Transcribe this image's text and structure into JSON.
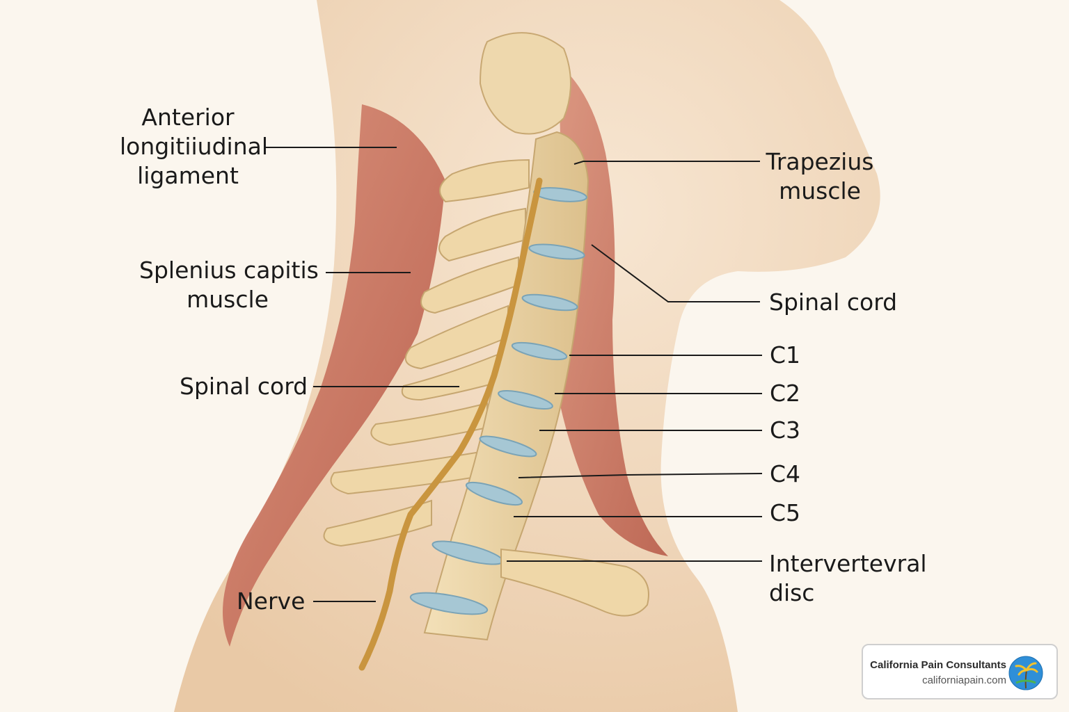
{
  "labels": {
    "anterior_longitudinal_ligament": [
      "Anterior",
      "longitiiudinal",
      "ligament"
    ],
    "splenius_capitis_muscle": [
      "Splenius capitis",
      "muscle"
    ],
    "spinal_cord_left": "Spinal cord",
    "nerve": "Nerve",
    "trapezius_muscle": [
      "Trapezius",
      "muscle"
    ],
    "spinal_cord_right": "Spinal cord",
    "c1": "C1",
    "c2": "C2",
    "c3": "C3",
    "c4": "C4",
    "c5": "C5",
    "intervertebral_disc": [
      "Intervertevral",
      "disc"
    ]
  },
  "brand": {
    "name": "California Pain Consultants",
    "url": "californiapain.com"
  },
  "colors": {
    "background": "#fbf6ee",
    "skin": "#f0d9bf",
    "muscle": "#c9715d",
    "bone": "#ecd3a3",
    "disc": "#8fb6c8",
    "nerve": "#c9953f",
    "leader_line": "#1a1a1a"
  }
}
